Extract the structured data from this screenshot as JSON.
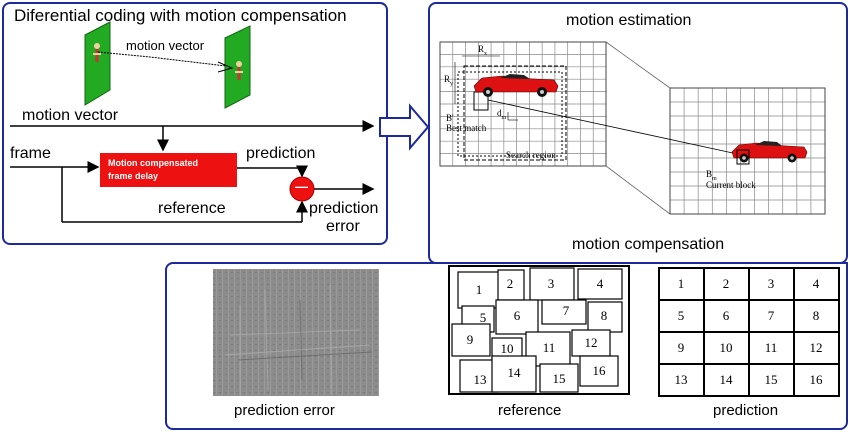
{
  "left_panel": {
    "title": "Diferential coding with motion compensation",
    "motion_vector_top": "motion vector",
    "motion_vector_line": "motion vector",
    "frame": "frame",
    "block_line1": "Motion compensated",
    "block_line2": "frame delay",
    "prediction": "prediction",
    "subtract_symbol": "—",
    "reference": "reference",
    "prediction_error_1": "prediction",
    "prediction_error_2": "error"
  },
  "right_panel": {
    "title": "motion estimation",
    "rx": "R",
    "rx_sub": "x",
    "ry": "R",
    "ry_sub": "y",
    "bprime": "B'",
    "best_match": "Best match",
    "dm": "d",
    "dm_sub": "m",
    "search_region": "Search region",
    "bm": "B",
    "bm_sub": "m",
    "current_block": "Current block"
  },
  "bottom_panel": {
    "title": "motion compensation",
    "caption_error": "prediction error",
    "caption_reference": "reference",
    "caption_prediction": "prediction",
    "reference_numbers": [
      "1",
      "2",
      "3",
      "4",
      "5",
      "6",
      "7",
      "8",
      "9",
      "10",
      "11",
      "12",
      "13",
      "14",
      "15",
      "16"
    ],
    "prediction_numbers": [
      "1",
      "2",
      "3",
      "4",
      "5",
      "6",
      "7",
      "8",
      "9",
      "10",
      "11",
      "12",
      "13",
      "14",
      "15",
      "16"
    ]
  },
  "colors": {
    "frame_border": "#1d2a9c",
    "red_block": "#ee1111",
    "green_frame": "#22aa22"
  }
}
